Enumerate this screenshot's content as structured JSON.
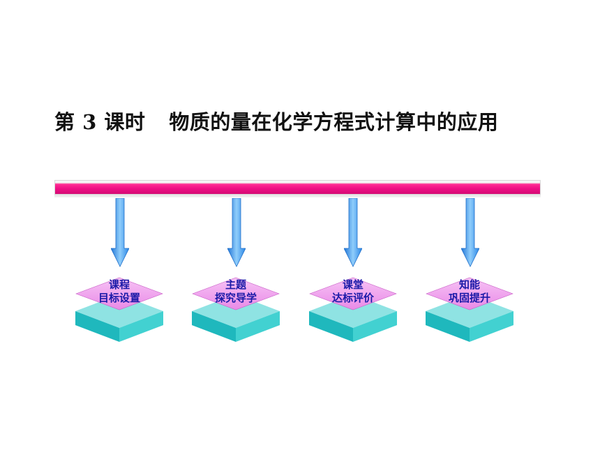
{
  "slide": {
    "title_lesson": "第 3 课时",
    "title_topic": "物质的量在化学方程式计算中的应用"
  },
  "colors": {
    "bar": "#ee0f84",
    "arrow": "#2f8fe6",
    "module_top": "#f2a6f0",
    "module_base": "#2ec8c8",
    "label": "#1a1aa8"
  },
  "modules": [
    {
      "line1": "课程",
      "line2": "目标设置"
    },
    {
      "line1": "主题",
      "line2": "探究导学"
    },
    {
      "line1": "课堂",
      "line2": "达标评价"
    },
    {
      "line1": "知能",
      "line2": "巩固提升"
    }
  ]
}
